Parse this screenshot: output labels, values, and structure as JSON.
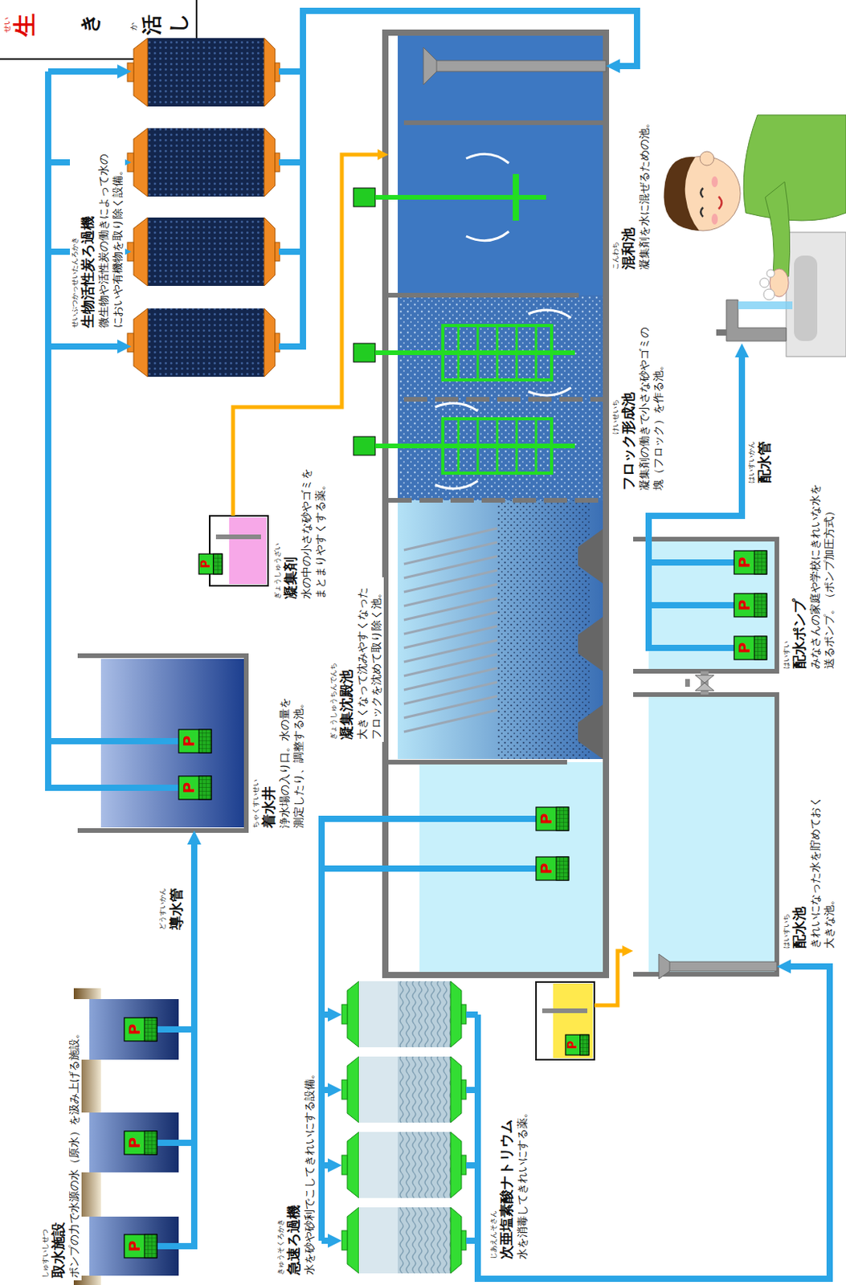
{
  "diagram": {
    "nodes": [
      {
        "text": [
          "しゅすいしせつ",
          "取水施設",
          "ポンプの力で水源の水（原水）を汲み上げる施設。"
        ]
      },
      {
        "text": [
          "ちゃくすいせい",
          "着水井",
          "浄水場の入り口。水の量を 測定したり、調整する池。"
        ]
      },
      {
        "text": [
          "せいぶつかっせいたんろかき",
          "生物活性炭ろ過機",
          "微生物や活性炭の働きによって水の においや有機物を取り除く設備。"
        ]
      },
      {
        "text": [
          "ぎょうしゅうざい",
          "凝集剤",
          "水の中の小さな砂やゴミを まとまりやすくする薬。"
        ]
      },
      {
        "text": [
          "こんわち",
          "混和池",
          "凝集剤を水に混ぜるための池。"
        ]
      },
      {
        "text": [
          "けいせいち",
          "フロック形成池",
          "凝集剤の働きで小さな砂やゴミの 塊（フロック）を作る池。"
        ]
      },
      {
        "text": [
          "ぎょうしゅうちんでんち",
          "凝集沈殿池",
          "大きくなって沈みやすくなった フロックを沈めて取り除く池。"
        ]
      },
      {
        "text": [
          "きゅうそくろかき",
          "急速ろ過機",
          "水を砂や砂利でこしてきれいにする設備。"
        ]
      },
      {
        "text": [
          "じあえんそさん",
          "次亜塩素酸ナトリウム",
          "水を消毒してきれいにする薬。"
        ]
      },
      {
        "text": [
          "はいすいち",
          "配水池",
          "きれいになった水を貯めておく 大きな池。"
        ]
      },
      {
        "text": [
          "はいすい",
          "配水ポンプ",
          "みなさんの家庭や学校にきれいな水を 送るポンプ。（ポンプ加圧方式）"
        ]
      }
    ],
    "edges": [
      {
        "from": 0,
        "to": 1,
        "arrow": "to",
        "label": "導水管"
      },
      {
        "from": 1,
        "to": 2,
        "arrow": "to"
      },
      {
        "from": 2,
        "to": 4,
        "arrow": "to"
      },
      {
        "from": 3,
        "to": 4,
        "arrow": "to"
      },
      {
        "from": 6,
        "to": 7,
        "arrow": "to"
      },
      {
        "from": 7,
        "to": 9,
        "arrow": "to"
      },
      {
        "from": 8,
        "to": 9,
        "arrow": "to"
      },
      {
        "from": 9,
        "to": 10,
        "arrow": "none"
      }
    ],
    "labels": [
      "せい",
      "生",
      "き",
      "か",
      "活",
      "し",
      "はいすいかん",
      "配水管",
      "どうすいかん",
      "P",
      "P",
      "P",
      "P",
      "P",
      "P",
      "P",
      "P",
      "P",
      "P",
      "P",
      "P"
    ]
  }
}
